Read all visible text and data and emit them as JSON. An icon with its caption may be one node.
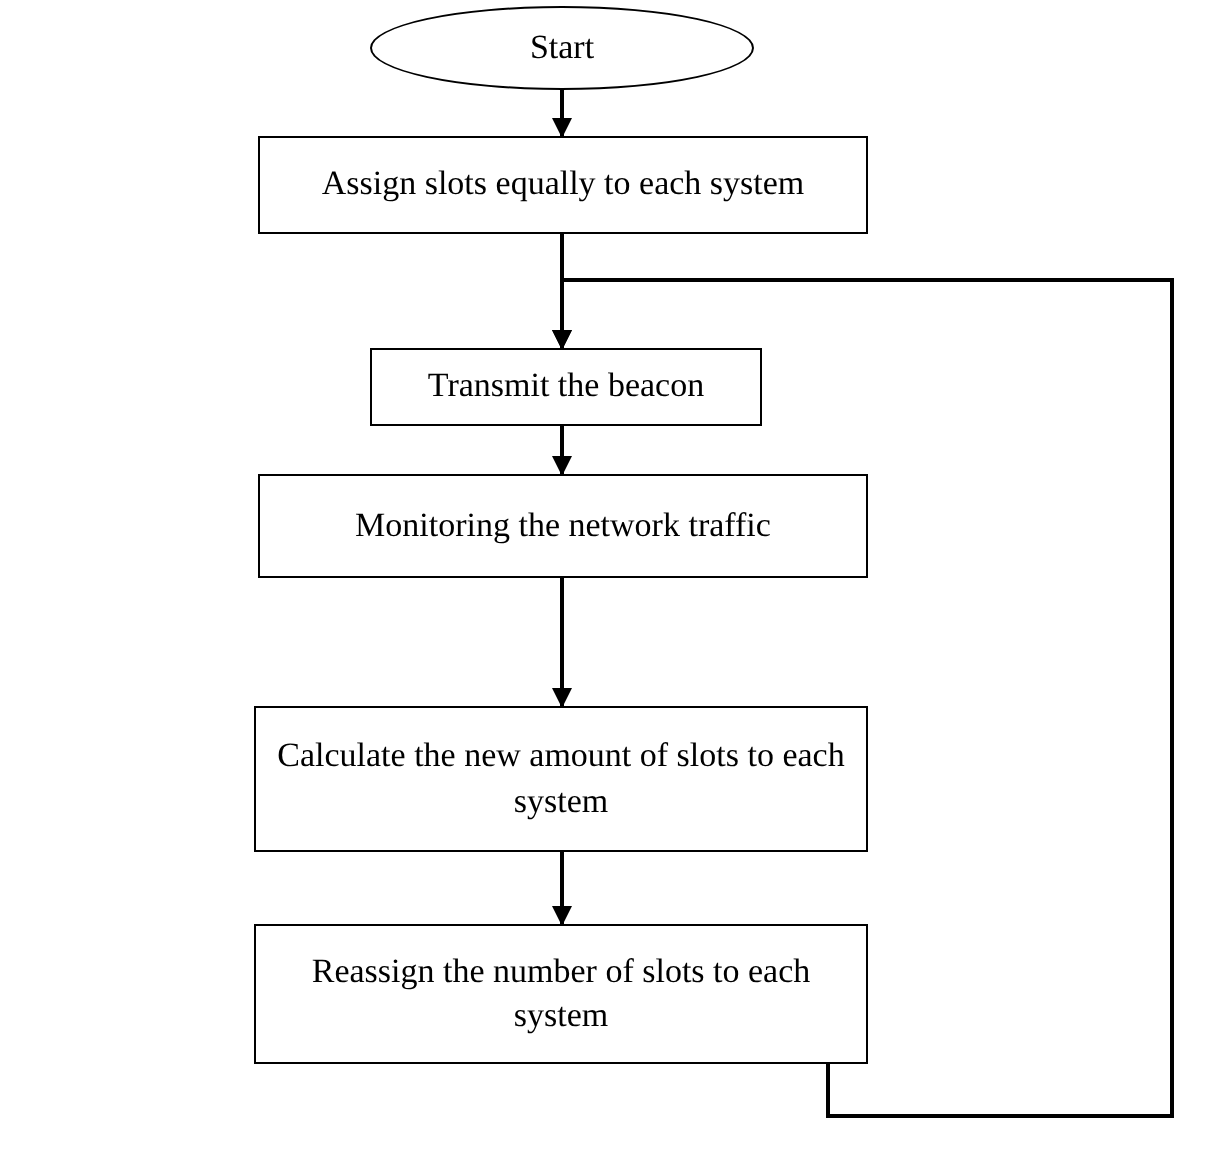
{
  "diagram": {
    "nodes": [
      {
        "text": [
          "Start"
        ]
      },
      {
        "text": [
          "Assign slots equally to each system"
        ]
      },
      {
        "text": [
          "Transmit the beacon"
        ]
      },
      {
        "text": [
          "Monitoring the network traffic"
        ]
      },
      {
        "text": [
          "Calculate the new amount of slots to each system"
        ]
      },
      {
        "text": [
          "Reassign the number of slots to each system"
        ]
      }
    ],
    "edges": [
      {
        "from": 0,
        "to": 1,
        "arrow": "to"
      },
      {
        "from": 1,
        "to": 2,
        "arrow": "to"
      },
      {
        "from": 2,
        "to": 3,
        "arrow": "to"
      },
      {
        "from": 3,
        "to": 4,
        "arrow": "to"
      },
      {
        "from": 4,
        "to": 5,
        "arrow": "to"
      },
      {
        "from": 5,
        "to": 2,
        "arrow": "to"
      }
    ]
  }
}
